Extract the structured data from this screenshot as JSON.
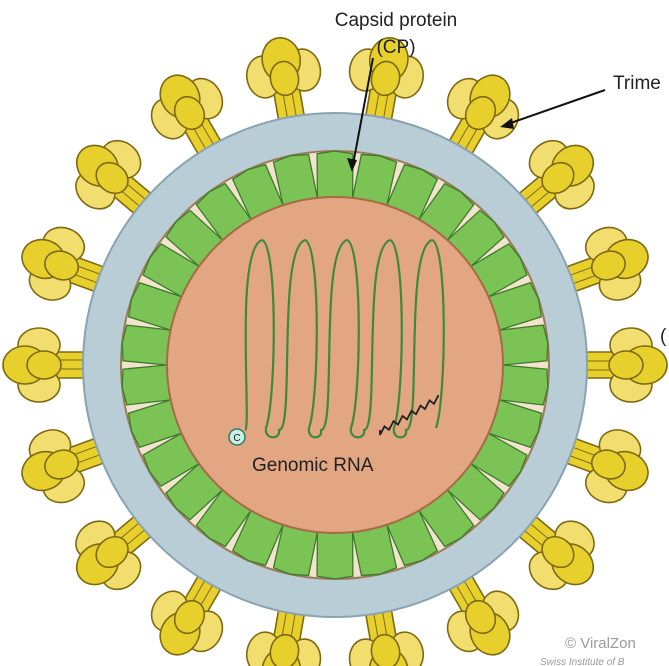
{
  "labels": {
    "capsid_line1": "Capsid protein",
    "capsid_line2": "(CP)",
    "trimer": "Trime",
    "side_mark": "(",
    "genomic_rna": "Genomic RNA",
    "cap_mark": "C",
    "credit": "© ViralZon",
    "credit_sub": "Swiss Institute of B"
  },
  "colors": {
    "envelope": "#b9cdd7",
    "capsid_green": "#7cc356",
    "capsid_edge": "#3d7a2b",
    "core": "#e3a683",
    "spike_yellow": "#e7cf2c",
    "spike_light": "#f2de6e",
    "spike_edge": "#7d6a10",
    "rna_green": "#3d8a3a"
  }
}
